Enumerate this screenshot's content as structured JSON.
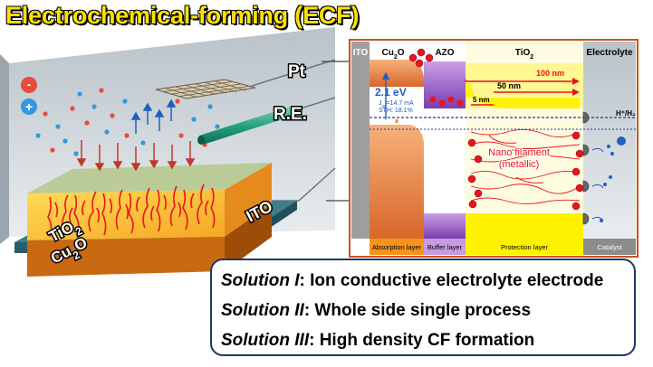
{
  "title": "Electrochemical-forming (ECF)",
  "device": {
    "pt_label": "Pt",
    "re_label": "R.E.",
    "ito_label": "ITO",
    "layer_top": "TiO",
    "layer_top_sub": "2",
    "layer_bottom": "Cu",
    "layer_bottom_sub": "2",
    "layer_bottom_suffix": "O",
    "minus_sign": "-",
    "plus_sign": "+"
  },
  "band_diagram": {
    "regions": {
      "ito": "ITO",
      "cu2o": "Cu",
      "cu2o_sub": "2",
      "cu2o_suffix": "O",
      "azo": "AZO",
      "tio2": "TiO",
      "tio2_sub": "2",
      "electrolyte": "Electrolyte"
    },
    "bandgap": "2.1 eV",
    "jsc": "J",
    "jsc_sub": "sc",
    "jsc_value": "=14.7 mA",
    "sth": "STH: 18.1%",
    "thickness_100": "100 nm",
    "thickness_50": "50 nm",
    "thickness_5": "5 nm",
    "redox": "H⁺/H₂",
    "filament_line1": "Nano filament",
    "filament_line2": "(metallic)",
    "electron_symbol": "e",
    "bottom_labels": {
      "absorption": "Absorption layer",
      "buffer": "Buffer layer",
      "protection": "Protection layer",
      "catalyst": "Catalyst"
    }
  },
  "solutions": [
    {
      "label": "Solution I",
      "text": ": Ion conductive electrolyte electrode"
    },
    {
      "label": "Solution II",
      "text": ": Whole side single process"
    },
    {
      "label": "Solution III",
      "text": ": High density CF formation"
    }
  ],
  "colors": {
    "title_fill": "#ffe100",
    "orange": "#f7941d",
    "azo_purple": "#7030a0",
    "tio2_yellow": "#fff200",
    "electrolyte_blue": "#bcd7ee",
    "filament_red": "#e8141e"
  }
}
